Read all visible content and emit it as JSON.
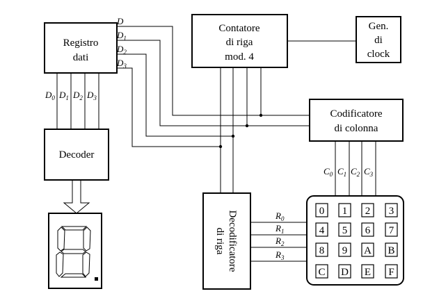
{
  "blocks": {
    "registro": [
      "Registro",
      "dati"
    ],
    "contatore": [
      "Contatore",
      "di riga",
      "mod. 4"
    ],
    "clock": [
      "Gen.",
      "di",
      "clock"
    ],
    "codificatore": [
      "Codificatore",
      "di colonna"
    ],
    "decoder": "Decoder",
    "decodificatore": [
      "Decodificatore",
      "di riga"
    ]
  },
  "data_lines": {
    "letter": "D",
    "subscripts": [
      "",
      "1",
      "2",
      "3"
    ],
    "register_outputs": [
      "0",
      "1",
      "2",
      "3"
    ]
  },
  "column_lines": {
    "letter": "C",
    "subscripts": [
      "0",
      "1",
      "2",
      "3"
    ]
  },
  "row_lines": {
    "letter": "R",
    "subscripts": [
      "0",
      "1",
      "2",
      "3"
    ]
  },
  "keypad": {
    "rows": [
      [
        "0",
        "1",
        "2",
        "3"
      ],
      [
        "4",
        "5",
        "6",
        "7"
      ],
      [
        "8",
        "9",
        "A",
        "B"
      ],
      [
        "C",
        "D",
        "E",
        "F"
      ]
    ]
  },
  "display": {
    "type": "seven-segment",
    "segments_on": [
      "b",
      "c",
      "e",
      "f",
      "g"
    ],
    "decimal_point": true
  }
}
